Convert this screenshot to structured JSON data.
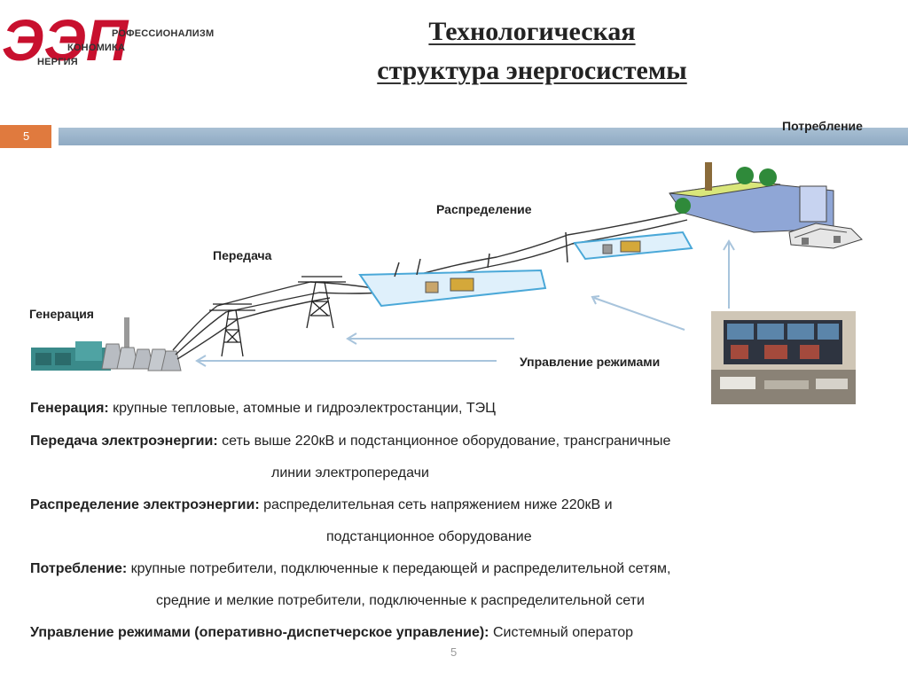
{
  "logo": {
    "letters": "ЭЭП",
    "line1": "РОФЕССИОНАЛИЗМ",
    "line2": "КОНОМИКА",
    "line3": "НЕРГИЯ"
  },
  "title": {
    "line1": "Технологическая",
    "line2": "структура энергосистемы"
  },
  "slide_number": "5",
  "labels": {
    "consumption": "Потребление",
    "distribution": "Распределение",
    "transmission": "Передача",
    "generation": "Генерация",
    "control": "Управление режимами"
  },
  "body": [
    {
      "term": "Генерация:",
      "text": " крупные тепловые, атомные и гидроэлектростанции, ТЭЦ"
    },
    {
      "term": "Передача электроэнергии:",
      "text": " сеть выше 220кВ и подстанционное оборудование, трансграничные"
    },
    {
      "term": "",
      "text": "линии электропередачи"
    },
    {
      "term": "Распределение электроэнергии:",
      "text": " распределительная сеть напряжением ниже 220кВ  и"
    },
    {
      "term": "",
      "text": "подстанционное оборудование"
    },
    {
      "term": "Потребление:",
      "text": " крупные потребители, подключенные к передающей и распределительной сетям,"
    },
    {
      "term": "",
      "text": "средние и мелкие потребители, подключенные к распределительной сети"
    },
    {
      "term": "Управление режимами  (оперативно-диспетчерское управление):",
      "text": " Системный оператор"
    }
  ],
  "footer_number": "5",
  "colors": {
    "title": "#c0282d",
    "accent_box": "#e07a3e",
    "bar": "#8faac3",
    "logo": "#c8102e"
  }
}
